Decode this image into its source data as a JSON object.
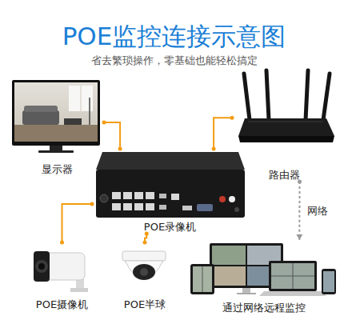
{
  "diagram": {
    "title": "POE监控连接示意图",
    "nodes": [
      {
        "text": [
          "显示器"
        ]
      },
      {
        "text": [
          "路由器"
        ]
      },
      {
        "text": [
          "POE录像机"
        ]
      },
      {
        "text": [
          "POE摄像机"
        ]
      },
      {
        "text": [
          "POE半球"
        ]
      },
      {
        "text": [
          "通过网络远程监控"
        ]
      }
    ],
    "edges": [
      {
        "from": 0,
        "to": 2,
        "arrow": "none"
      },
      {
        "from": 2,
        "to": 1,
        "arrow": "none"
      },
      {
        "from": 2,
        "to": 3,
        "arrow": "none"
      },
      {
        "from": 2,
        "to": 4,
        "arrow": "none"
      },
      {
        "from": 1,
        "to": 5,
        "label": "网络",
        "arrow": "to"
      }
    ],
    "labels": [
      "省去繁琐操作，零基础也能轻松搞定"
    ]
  }
}
